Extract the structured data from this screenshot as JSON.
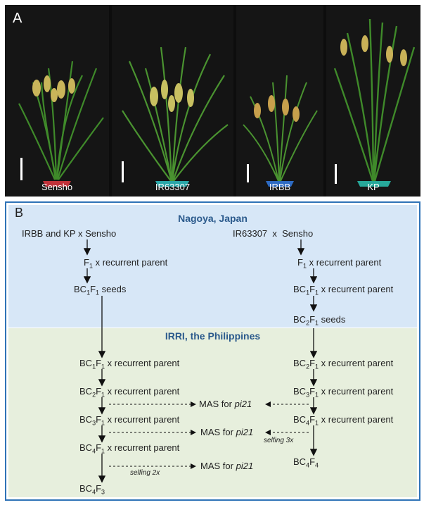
{
  "panel_a": {
    "letter": "A",
    "photos": [
      {
        "label": "Sensho",
        "pot_color": "#c0323a"
      },
      {
        "label": "IR63307",
        "pot_color": "#2aa6a8"
      },
      {
        "label": "IRBB",
        "pot_color": "#2e6bc2"
      },
      {
        "label": "KP",
        "pot_color": "#27a89a"
      }
    ]
  },
  "panel_b": {
    "letter": "B",
    "region_top_title": "Nagoya, Japan",
    "region_bottom_title": "IRRI, the Philippines",
    "left_chain": {
      "cross": "IRBB and KP x Sensho",
      "f1": "x recurrent parent",
      "bc1f1": "seeds",
      "bc1f1_b": "x recurrent parent",
      "bc2f1": "x recurrent parent",
      "bc3f1": "x recurrent parent",
      "bc4f1": "x recurrent parent",
      "end": "BC4F3"
    },
    "right_chain": {
      "cross_a": "IR63307",
      "cross_x": "x",
      "cross_b": "Sensho",
      "f1": "x recurrent parent",
      "bc1f1": "x recurrent parent",
      "bc2f1_seeds": "seeds",
      "bc2f1": "x recurrent parent",
      "bc3f1": "x recurrent parent",
      "bc4f1": "x recurrent parent",
      "end": "BC4F4"
    },
    "mas_prefix": "MAS for",
    "mas_gene": "pi21",
    "selfing_left": "selfing 2x",
    "selfing_right": "selfing 3x"
  }
}
